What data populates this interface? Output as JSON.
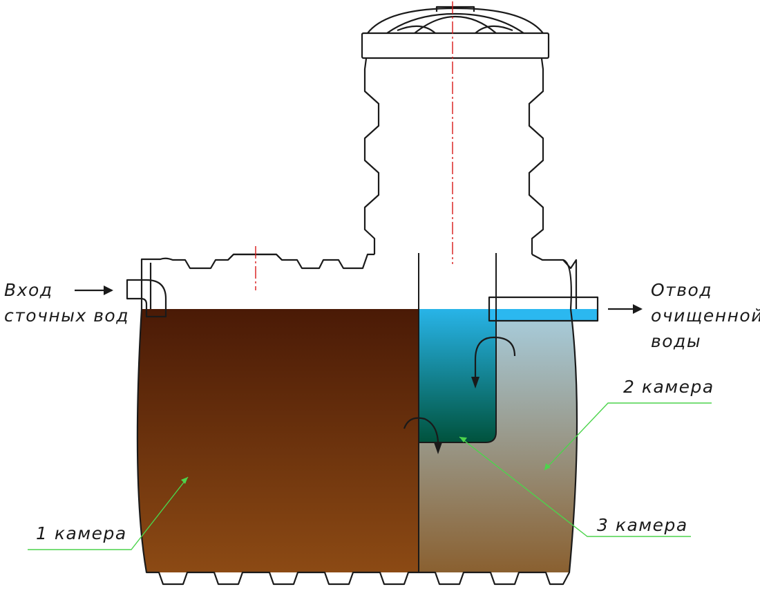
{
  "labels": {
    "inlet_line1": "Вход",
    "inlet_line2": "сточных вод",
    "outlet_line1": "Отвод",
    "outlet_line2": "очищенной",
    "outlet_line3": "воды",
    "chamber_1": "1 камера",
    "chamber_2": "2 камера",
    "chamber_3": "3 камера"
  },
  "colors": {
    "outline": "#1a1a1a",
    "axis_line": "#d81818",
    "leader_line": "#4cd44c",
    "chamber1_top": "#4a1a06",
    "chamber1_bottom": "#8c4a14",
    "chamber2_top": "#a8cfe0",
    "chamber2_bottom": "#8a6030",
    "chamber3_top": "#28b4e8",
    "chamber3_bottom": "#00523c",
    "outlet_water": "#2bb8f0"
  }
}
